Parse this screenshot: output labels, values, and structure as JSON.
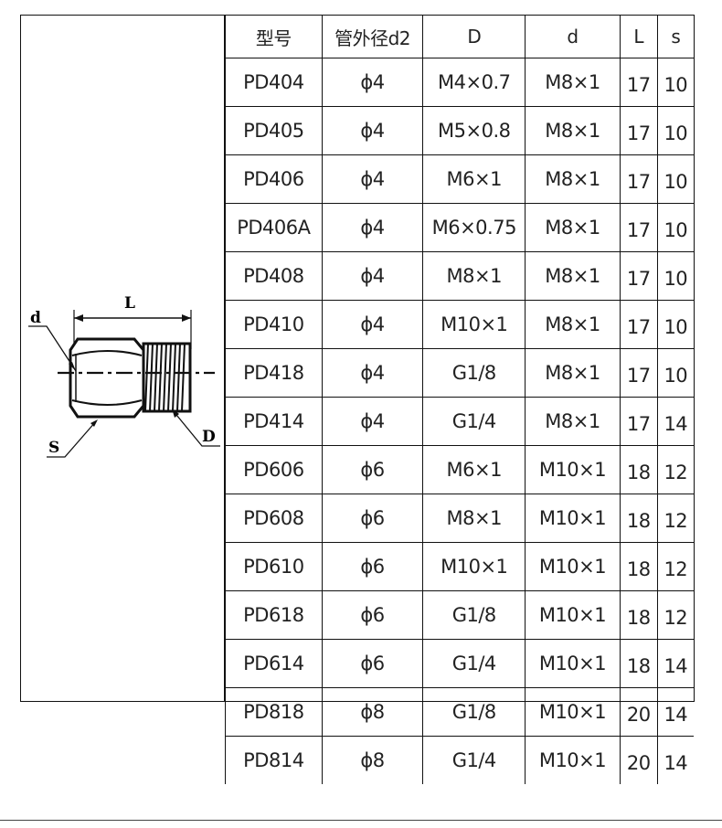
{
  "table": {
    "headers": [
      "型号",
      "管外径d2",
      "D",
      "d",
      "L",
      "s"
    ],
    "rows": [
      [
        "PD404",
        "ϕ4",
        "M4×0.7",
        "M8×1",
        "17",
        "10"
      ],
      [
        "PD405",
        "ϕ4",
        "M5×0.8",
        "M8×1",
        "17",
        "10"
      ],
      [
        "PD406",
        "ϕ4",
        "M6×1",
        "M8×1",
        "17",
        "10"
      ],
      [
        "PD406A",
        "ϕ4",
        "M6×0.75",
        "M8×1",
        "17",
        "10"
      ],
      [
        "PD408",
        "ϕ4",
        "M8×1",
        "M8×1",
        "17",
        "10"
      ],
      [
        "PD410",
        "ϕ4",
        "M10×1",
        "M8×1",
        "17",
        "10"
      ],
      [
        "PD418",
        "ϕ4",
        "G1/8",
        "M8×1",
        "17",
        "10"
      ],
      [
        "PD414",
        "ϕ4",
        "G1/4",
        "M8×1",
        "17",
        "14"
      ],
      [
        "PD606",
        "ϕ6",
        "M6×1",
        "M10×1",
        "18",
        "12"
      ],
      [
        "PD608",
        "ϕ6",
        "M8×1",
        "M10×1",
        "18",
        "12"
      ],
      [
        "PD610",
        "ϕ6",
        "M10×1",
        "M10×1",
        "18",
        "12"
      ],
      [
        "PD618",
        "ϕ6",
        "G1/8",
        "M10×1",
        "18",
        "12"
      ],
      [
        "PD614",
        "ϕ6",
        "G1/4",
        "M10×1",
        "18",
        "14"
      ],
      [
        "PD818",
        "ϕ8",
        "G1/8",
        "M10×1",
        "20",
        "14"
      ],
      [
        "PD814",
        "ϕ8",
        "G1/4",
        "M10×1",
        "20",
        "14"
      ]
    ]
  },
  "diagram": {
    "labels": {
      "d": "d",
      "L": "L",
      "S": "S",
      "D": "D"
    }
  }
}
